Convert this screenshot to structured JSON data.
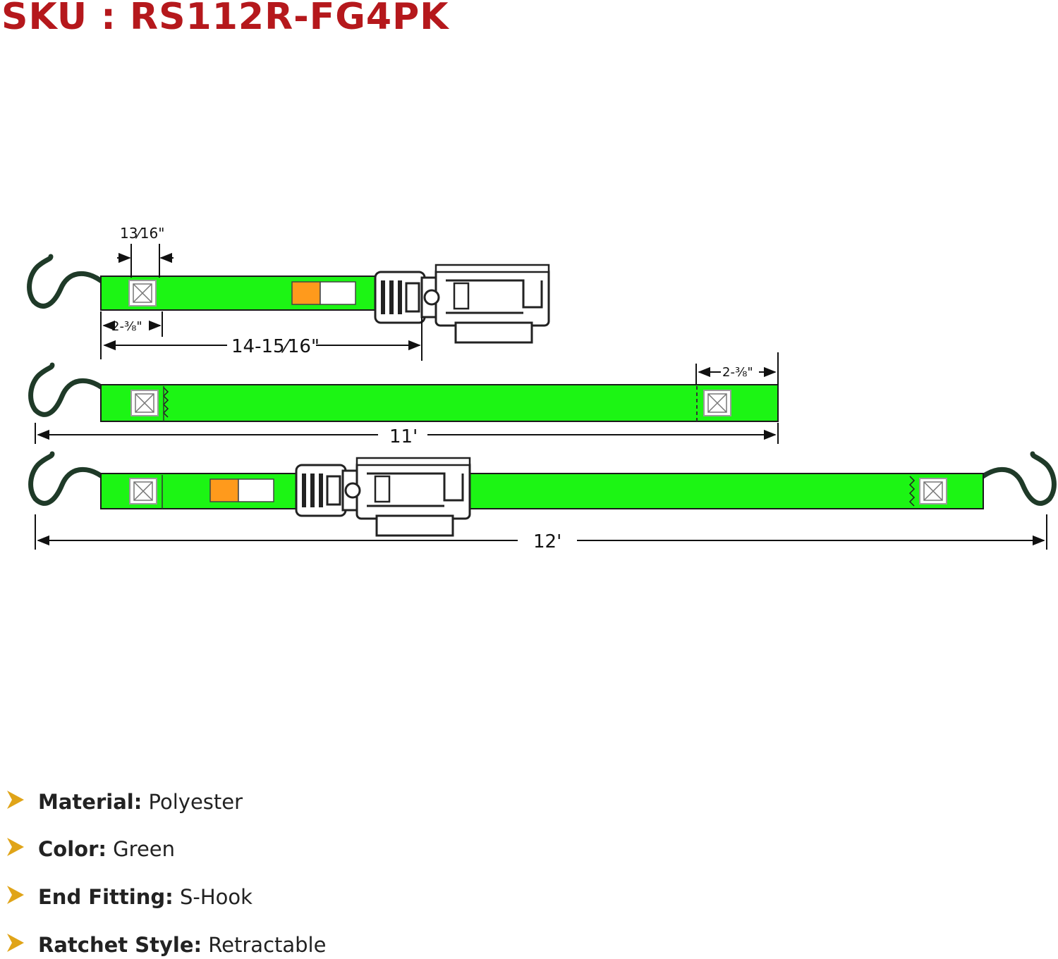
{
  "sku_title": "SKU : RS112R-FG4PK",
  "colors": {
    "title": "#b5181c",
    "strap": "#1cf514",
    "hook": "#1f3a28",
    "label_orange": "#ff9a1c",
    "bullet": "#e0a418"
  },
  "dimensions": {
    "stitch_width": "13⁄16\"",
    "loop_length_top": "2-⅜\"",
    "ratchet_strap_length": "14-15⁄16\"",
    "loop_length_middle": "2-⅜\"",
    "middle_strap_length": "11'",
    "overall_length": "12'"
  },
  "specs": [
    {
      "label": "Material:",
      "value": " Polyester"
    },
    {
      "label": "Color:",
      "value": " Green"
    },
    {
      "label": "End Fitting:",
      "value": " S-Hook"
    },
    {
      "label": "Ratchet Style:",
      "value": " Retractable"
    }
  ],
  "icons": {
    "spec_bullet": "chevron-right-icon",
    "hook": "s-hook-icon",
    "ratchet": "ratchet-buckle-icon"
  }
}
